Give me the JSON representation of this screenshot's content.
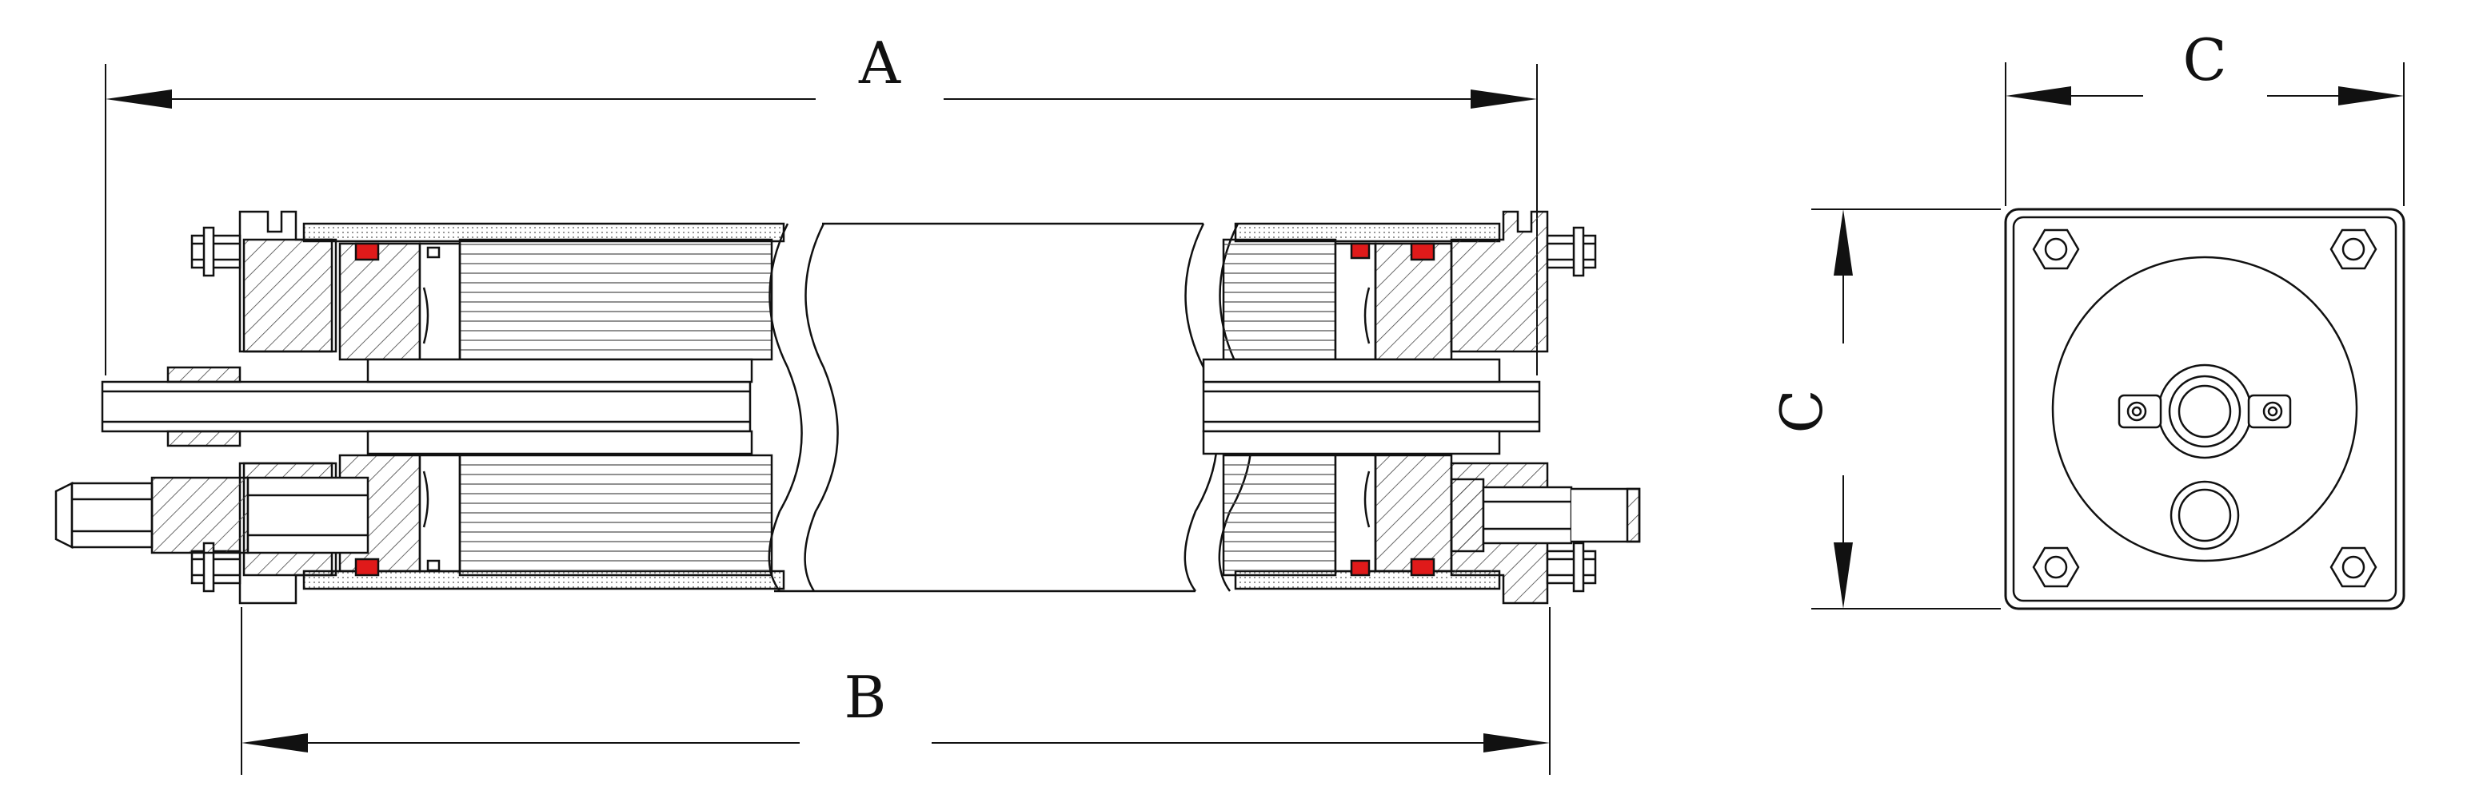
{
  "dimensions": {
    "A": "A",
    "B": "B",
    "C_top": "C",
    "C_side": "C"
  },
  "colors": {
    "line": "#111111",
    "seal": "#e01a1a",
    "hatch": "#555555",
    "background": "#ffffff"
  },
  "icons": [
    "hex-nut-icon",
    "port-fitting-icon",
    "seal-icon"
  ]
}
